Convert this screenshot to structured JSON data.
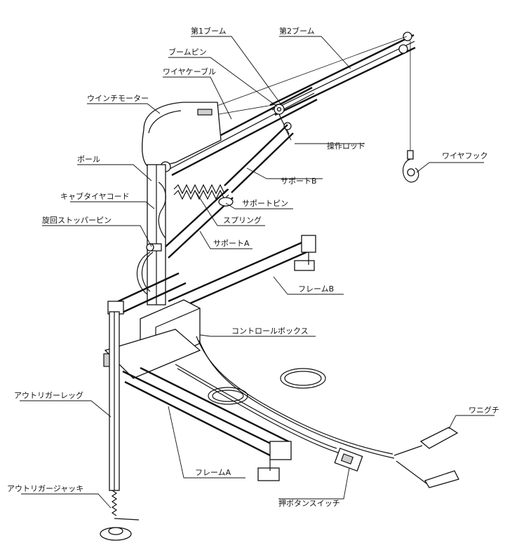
{
  "labels": {
    "boom1": "第1ブーム",
    "boom2": "第2ブーム",
    "boom_pin": "ブームピン",
    "wire_cable": "ワイヤケーブル",
    "winch_motor": "ウインチモーター",
    "operation_rod": "操作ロッド",
    "wire_hook": "ワイヤフック",
    "pole": "ポール",
    "support_b": "サポートB",
    "cabtire_cord": "キャブタイヤコード",
    "support_pin": "サポートピン",
    "swivel_stopper_pin": "旋回ストッパーピン",
    "spring": "スプリング",
    "support_a": "サポートA",
    "frame_b": "フレームB",
    "control_box": "コントロールボックス",
    "outrigger_leg": "アウトリガーレッグ",
    "alligator_clip": "ワニグチ",
    "frame_a": "フレームA",
    "push_button_switch": "押ボタンスイッチ",
    "outrigger_jack": "アウトリガージャッキ"
  }
}
